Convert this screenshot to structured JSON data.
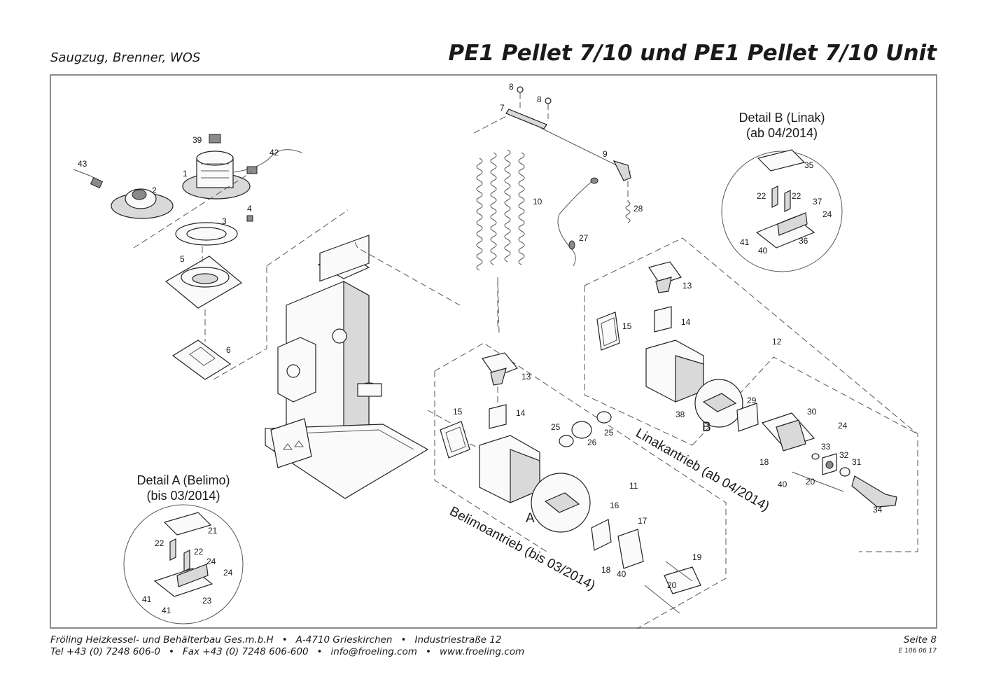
{
  "header": {
    "subtitle": "Saugzug, Brenner, WOS",
    "title": "PE1 Pellet 7/10 und PE1 Pellet 7/10 Unit"
  },
  "diagram": {
    "detail_a": {
      "title": "Detail A (Belimo)",
      "date": "(bis 03/2014)"
    },
    "detail_b": {
      "title": "Detail B (Linak)",
      "date": "(ab 04/2014)"
    },
    "belimo_label": "Belimoantrieb (bis 03/2014)",
    "linak_label": "Linakantrieb (ab 04/2014)",
    "marker_a": "A",
    "marker_b": "B",
    "part_numbers": {
      "p1": "1",
      "p2": "2",
      "p3": "3",
      "p4": "4",
      "p5": "5",
      "p6": "6",
      "p7": "7",
      "p8a": "8",
      "p8b": "8",
      "p9": "9",
      "p10": "10",
      "p11": "11",
      "p12": "12",
      "p13a": "13",
      "p13b": "13",
      "p14a": "14",
      "p14b": "14",
      "p15a": "15",
      "p15b": "15",
      "p16": "16",
      "p17": "17",
      "p18a": "18",
      "p18b": "18",
      "p19": "19",
      "p20a": "20",
      "p20b": "20",
      "p21": "21",
      "p22a": "22",
      "p22b": "22",
      "p22c": "22",
      "p22d": "22",
      "p23": "23",
      "p24a": "24",
      "p24b": "24",
      "p24c": "24",
      "p24d": "24",
      "p25a": "25",
      "p25b": "25",
      "p26": "26",
      "p27": "27",
      "p28": "28",
      "p29": "29",
      "p30": "30",
      "p31": "31",
      "p32": "32",
      "p33": "33",
      "p34": "34",
      "p35": "35",
      "p36": "36",
      "p37": "37",
      "p38": "38",
      "p39": "39",
      "p40a": "40",
      "p40b": "40",
      "p40c": "40",
      "p41a": "41",
      "p41b": "41",
      "p41c": "41",
      "p42": "42",
      "p43": "43"
    }
  },
  "footer": {
    "company": "Fröling Heizkessel- und Behälterbau Ges.m.b.H",
    "address_city": "A-4710 Grieskirchen",
    "address_street": "Industriestraße 12",
    "tel": "Tel +43 (0) 7248 606-0",
    "fax": "Fax +43 (0) 7248 606-600",
    "email": "info@froeling.com",
    "web": "www.froeling.com",
    "page": "Seite 8",
    "doc_number": "E 106 06 17"
  }
}
